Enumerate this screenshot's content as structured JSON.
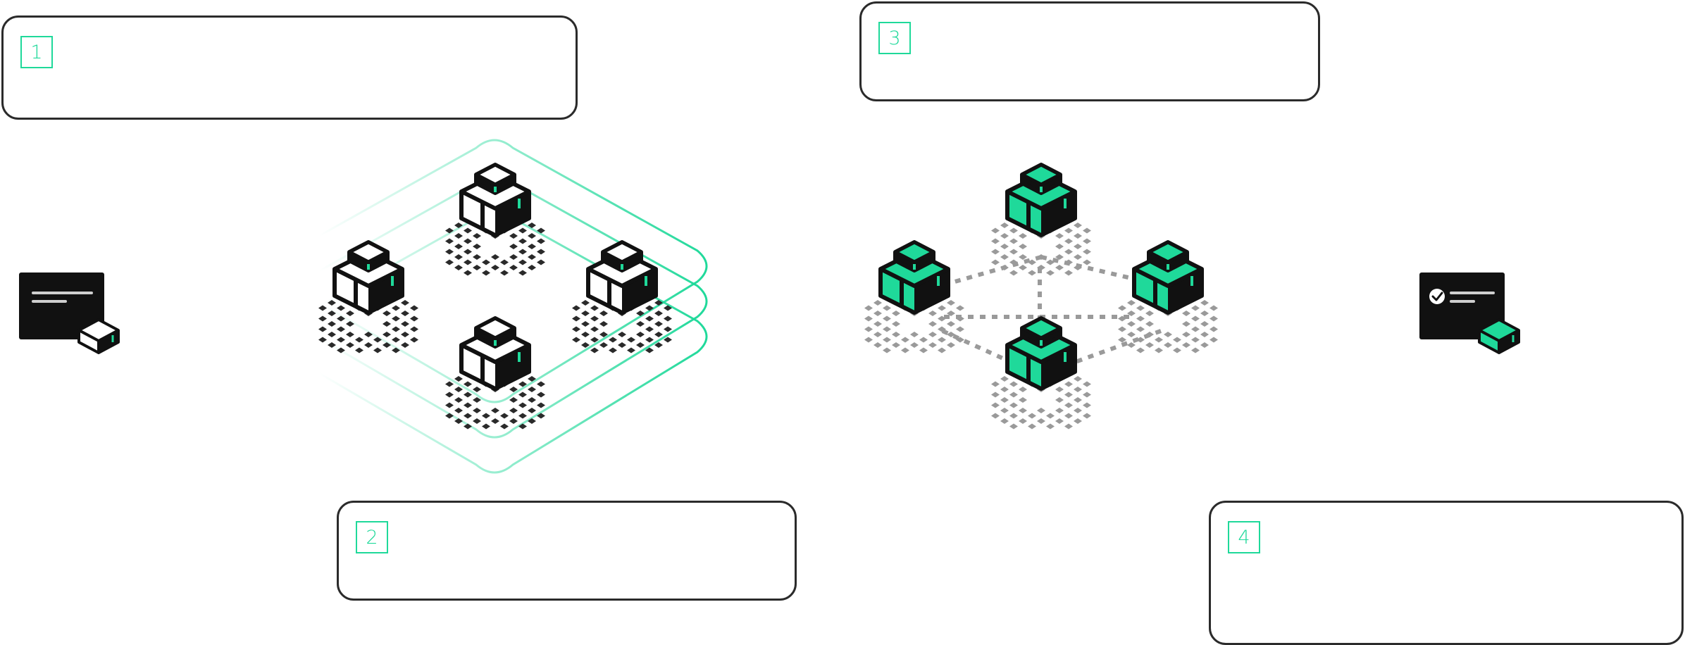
{
  "diagram": {
    "steps": [
      {
        "number": "1"
      },
      {
        "number": "2"
      },
      {
        "number": "3"
      },
      {
        "number": "4"
      }
    ]
  },
  "colors": {
    "accent": "#1fd99a",
    "accent_light": "#9af0d2",
    "stroke": "#111111",
    "box_border": "#2b2b2b",
    "grid_dark": "#2a2a2a",
    "grid_gray": "#9a9a9a"
  }
}
